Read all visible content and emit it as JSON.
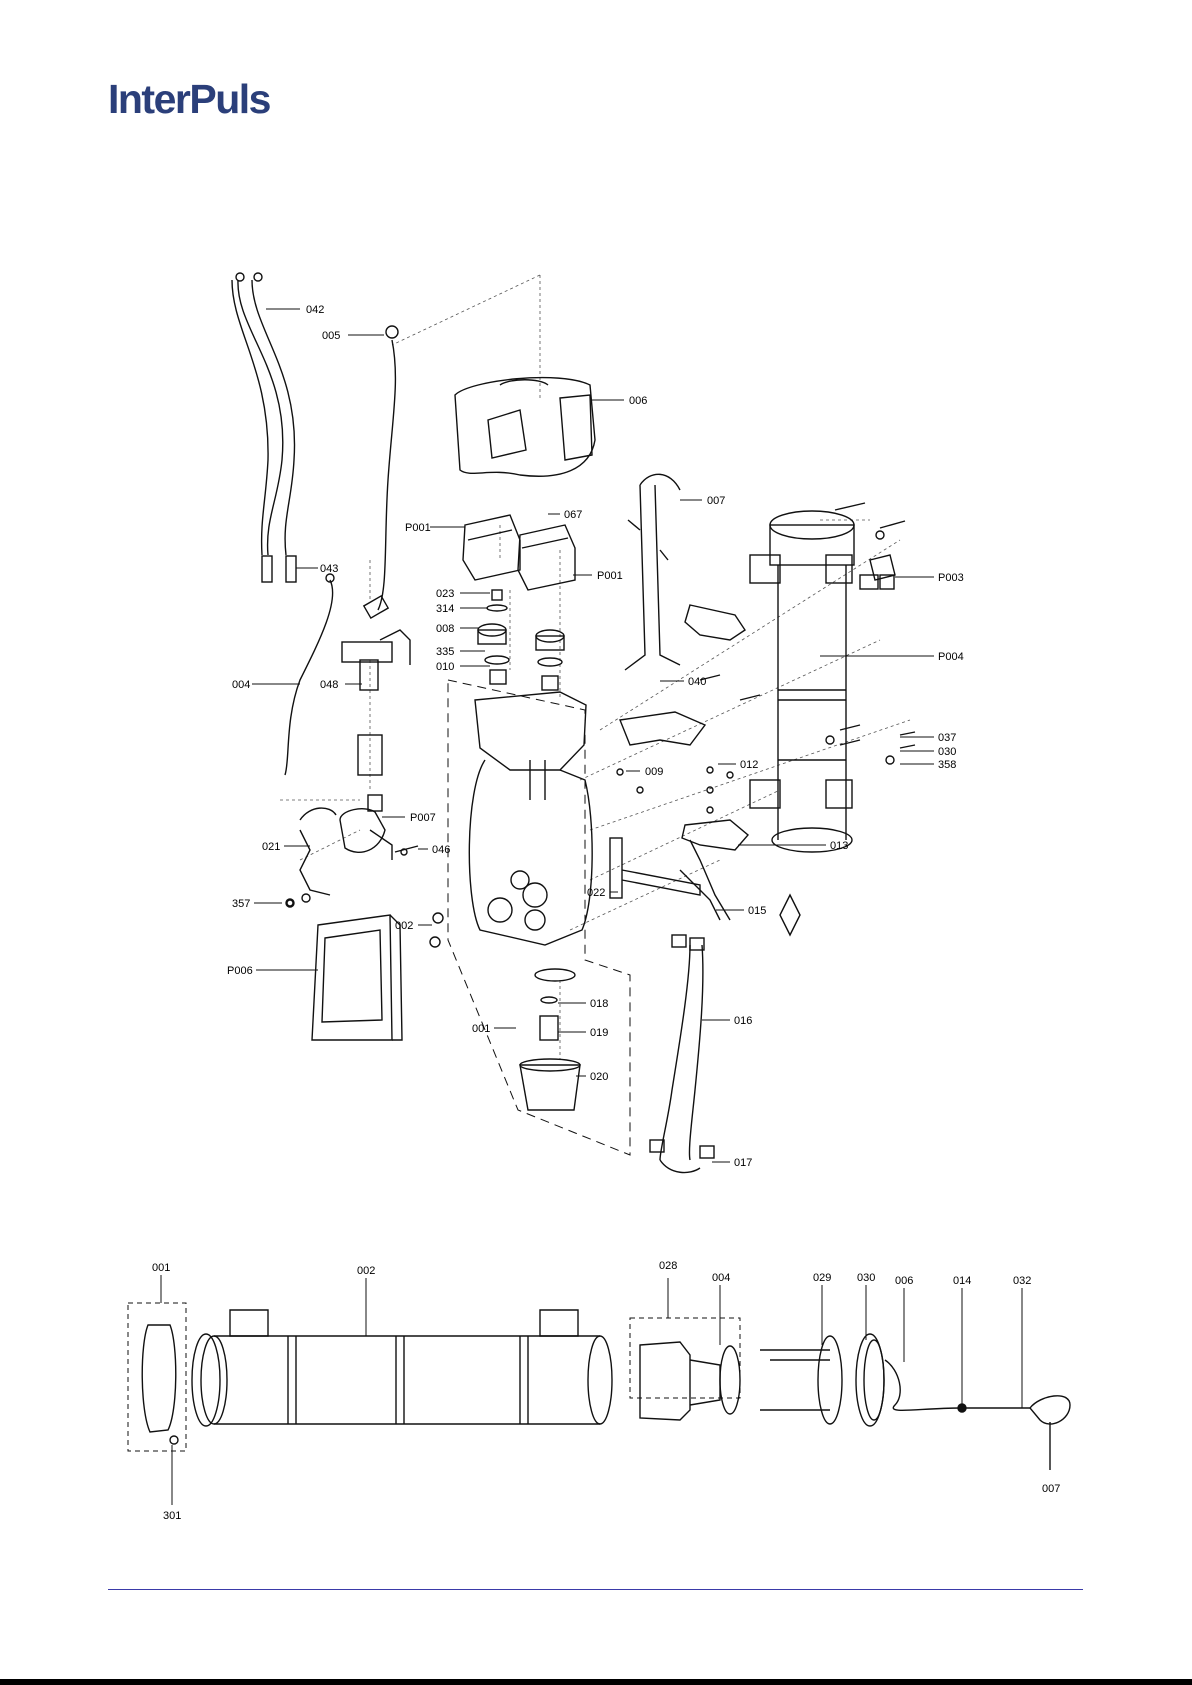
{
  "brand": {
    "name": "InterPuls",
    "color": "#2b3f7a"
  },
  "colors": {
    "rule": "#3a3aa8",
    "line": "#111111"
  },
  "top_assembly": {
    "labels": [
      "042",
      "005",
      "006",
      "067",
      "007",
      "P001",
      "P001",
      "043",
      "023",
      "314",
      "008",
      "335",
      "010",
      "P003",
      "P004",
      "004",
      "048",
      "040",
      "037",
      "030",
      "358",
      "009",
      "012",
      "P007",
      "021",
      "046",
      "013",
      "357",
      "022",
      "015",
      "002",
      "P006",
      "018",
      "001",
      "019",
      "016",
      "020",
      "017"
    ]
  },
  "bottom_assembly": {
    "labels": [
      "001",
      "002",
      "028",
      "004",
      "029",
      "030",
      "006",
      "014",
      "032",
      "007",
      "301"
    ]
  }
}
